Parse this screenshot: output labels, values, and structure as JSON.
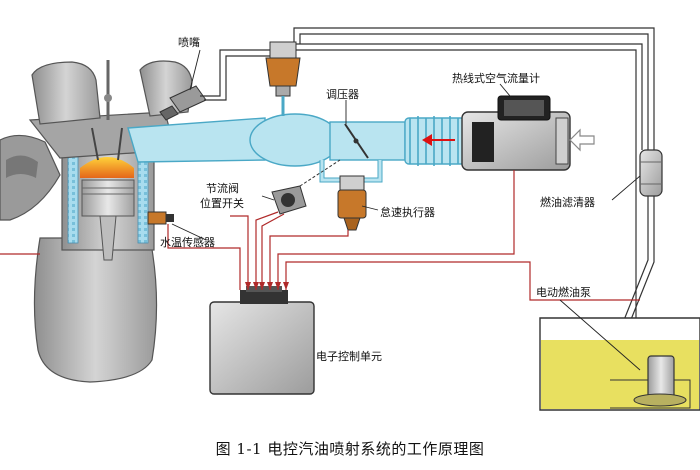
{
  "labels": {
    "injector": "喷嘴",
    "pressure_regulator": "调压器",
    "air_flow_meter": "热线式空气流量计",
    "throttle_switch_line1": "节流阀",
    "throttle_switch_line2": "位置开关",
    "idle_actuator": "怠速执行器",
    "coolant_sensor": "水温传感器",
    "fuel_filter": "燃油滤清器",
    "fuel_pump": "电动燃油泵",
    "ecu": "电子控制单元"
  },
  "caption": "图 1-1  电控汽油喷射系统的工作原理图",
  "colors": {
    "air": "#b9e4f0",
    "air_stroke": "#4aa8c6",
    "wire": "#b02a2a",
    "fuel_line": "#333333",
    "fuel": "#e8e060",
    "engine": "#b8b8b8",
    "flame": "#f08a1a",
    "coolant_jacket": "#9ed8ec"
  },
  "icons": [
    "air-inlet-arrow-icon",
    "air-flow-arrow-icon"
  ]
}
